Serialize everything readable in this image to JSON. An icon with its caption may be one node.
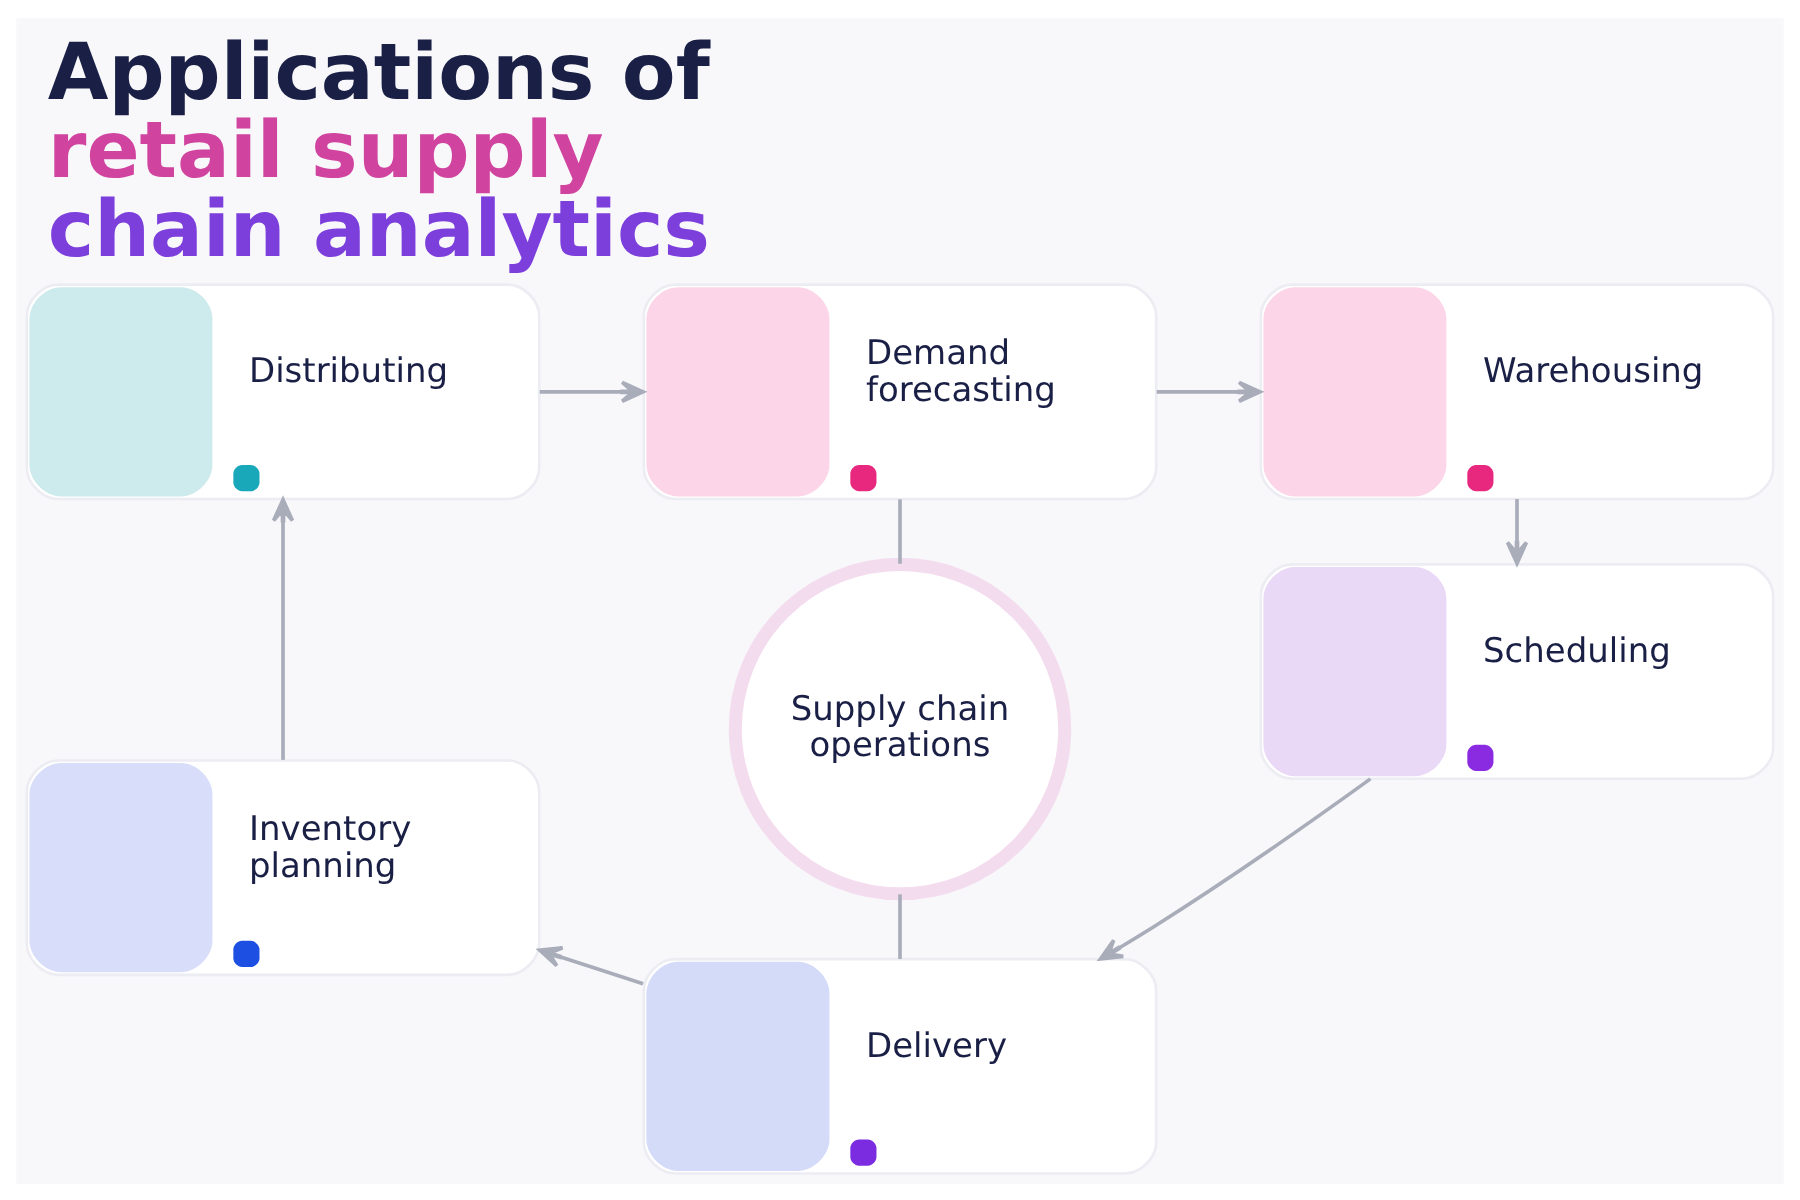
{
  "diagram": {
    "title": "Applications of retail supply chain analytics",
    "nodes": [
      {
        "text": [
          "Demand forecasting"
        ]
      },
      {
        "text": [
          "Distributing"
        ]
      },
      {
        "text": [
          "Warehousing"
        ]
      },
      {
        "text": [
          "Supply chain operations"
        ]
      },
      {
        "text": [
          "Inventory planning"
        ]
      },
      {
        "text": [
          "Scheduling"
        ]
      },
      {
        "text": [
          "Delivery"
        ]
      }
    ],
    "edges": [
      {
        "from": 1,
        "to": 0,
        "arrow": "to"
      },
      {
        "from": 0,
        "to": 2,
        "arrow": "to"
      },
      {
        "from": 2,
        "to": 5,
        "arrow": "to"
      },
      {
        "from": 5,
        "to": 6,
        "arrow": "to"
      },
      {
        "from": 6,
        "to": 4,
        "arrow": "to"
      },
      {
        "from": 4,
        "to": 1,
        "arrow": "to"
      },
      {
        "from": 0,
        "to": 3,
        "arrow": "none"
      },
      {
        "from": 3,
        "to": 6,
        "arrow": "none"
      }
    ]
  }
}
